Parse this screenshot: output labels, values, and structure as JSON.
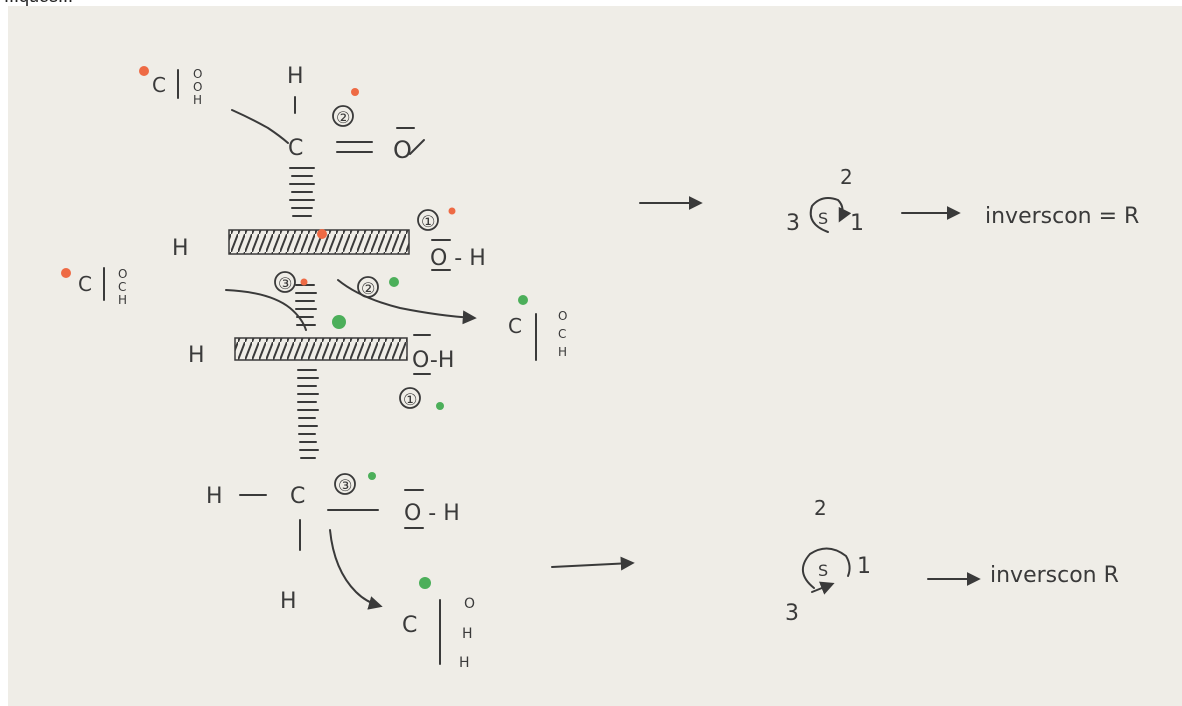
{
  "caption": "...ques...",
  "colors": {
    "paper": "#efede7",
    "ink": "#3a3a3a",
    "orange": "#ee6a44",
    "green": "#4caf5a"
  },
  "molecule": {
    "top_group": {
      "h": "H",
      "c": "C",
      "o": "O",
      "priority": "②"
    },
    "row1": {
      "h": "H",
      "oh": "O - H",
      "priority": "①"
    },
    "row2": {
      "h": "H",
      "oh": "O-H",
      "priority": "①"
    },
    "bottom_group": {
      "h_left": "H",
      "c": "C",
      "oh": "O - H",
      "h_bottom": "H",
      "priority": "③"
    },
    "labels": {
      "p3_upper": "③",
      "p2_mid": "②"
    }
  },
  "substituents": {
    "top_left": [
      "C",
      "O",
      "O",
      "H"
    ],
    "mid_left": [
      "C",
      "O",
      "C",
      "H"
    ],
    "mid_right": [
      "C",
      "O",
      "C",
      "H"
    ],
    "bottom": [
      "C",
      "O",
      "H",
      "H"
    ]
  },
  "result_upper": {
    "n1": "1",
    "n2": "2",
    "n3": "3",
    "rot": "S",
    "text": "inverscon = R"
  },
  "result_lower": {
    "n1": "1",
    "n2": "2",
    "n3": "3",
    "rot": "S",
    "text": "inverscon R"
  }
}
